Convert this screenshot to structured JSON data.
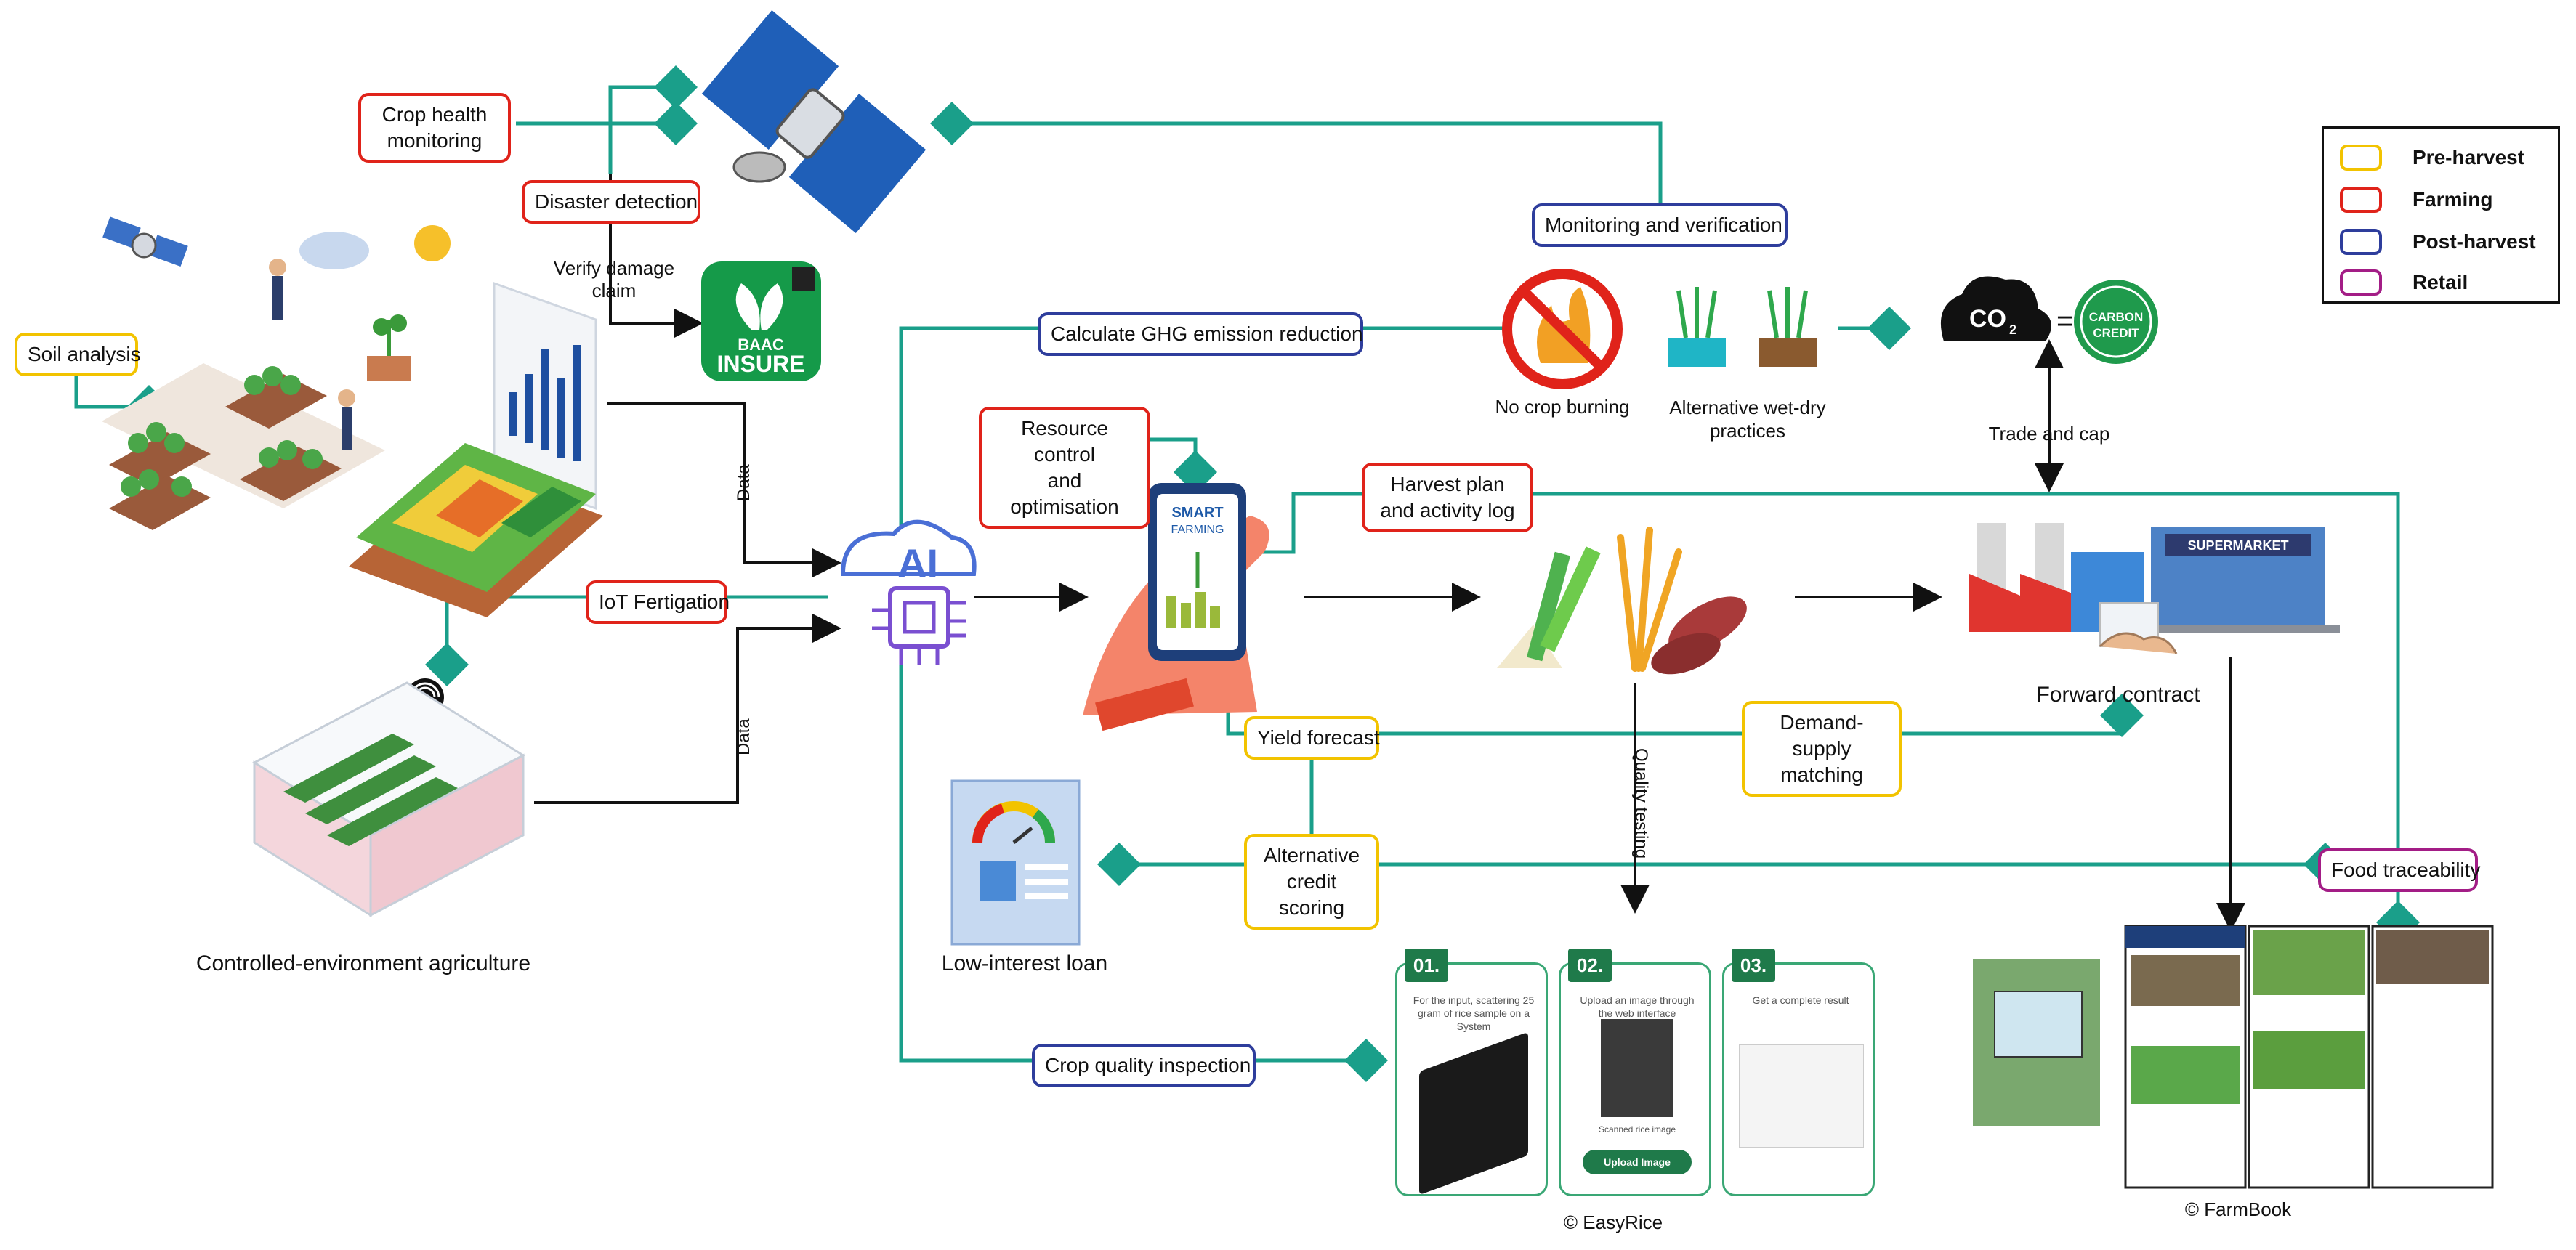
{
  "legend": [
    {
      "label": "Pre-harvest",
      "color": "#f2c300"
    },
    {
      "label": "Farming",
      "color": "#e0231a"
    },
    {
      "label": "Post-harvest",
      "color": "#2e3d9c"
    },
    {
      "label": "Retail",
      "color": "#a31d86"
    }
  ],
  "labels": {
    "crop_health": "Crop health\nmonitoring",
    "disaster": "Disaster detection",
    "soil": "Soil analysis",
    "iot": "IoT Fertigation",
    "monitoring": "Monitoring and verification",
    "ghg": "Calculate GHG emission reduction",
    "resource": "Resource control\nand optimisation",
    "harvest": "Harvest plan\nand activity log",
    "yield": "Yield forecast",
    "demand": "Demand-supply\nmatching",
    "credit": "Alternative\ncredit scoring",
    "food": "Food traceability",
    "quality": "Crop quality inspection"
  },
  "text": {
    "verify": "Verify damage claim",
    "data1": "Data",
    "data2": "Data",
    "no_burning": "No crop burning",
    "wetdry": "Alternative wet-dry\npractices",
    "trade": "Trade and cap",
    "forward": "Forward contract",
    "quality_testing": "Quality testing",
    "cea": "Controlled-environment agriculture",
    "loan": "Low-interest loan",
    "easyrice": "© EasyRice",
    "farmbook": "© FarmBook",
    "ai": "AI",
    "smart": "SMART",
    "farming": "FARMING",
    "baac": "BAAC",
    "insure": "INSURE",
    "co2": "CO",
    "co2_sub": "2",
    "equals": "=",
    "carbon": "CARBON",
    "credit_word": "CREDIT",
    "supermarket": "SUPERMARKET"
  },
  "cards": [
    {
      "num": "01.",
      "text": "For the input, scattering 25 gram of rice sample on a System"
    },
    {
      "num": "02.",
      "text": "Upload an image through the web interface",
      "sub": "Scanned rice image",
      "button": "Upload Image"
    },
    {
      "num": "03.",
      "text": "Get a complete result"
    }
  ],
  "colors": {
    "teal": "#1a9f8a",
    "black": "#111111"
  }
}
